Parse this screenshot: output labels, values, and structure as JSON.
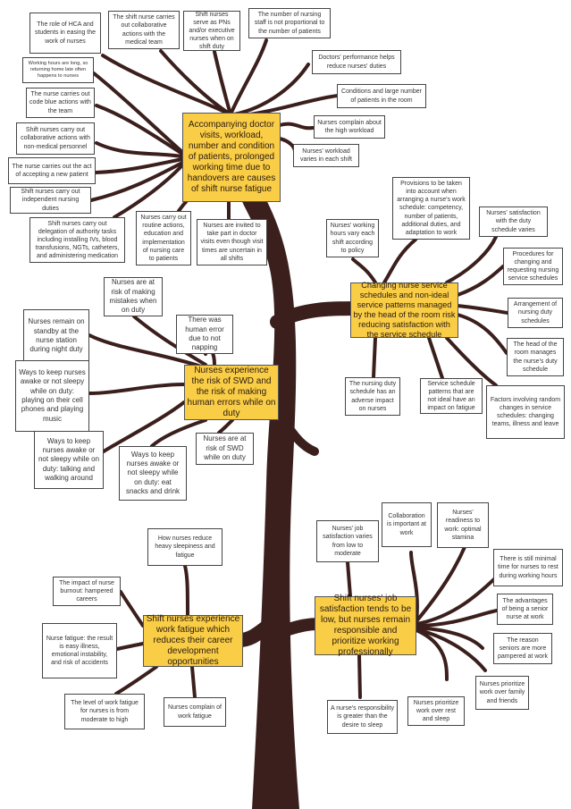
{
  "colors": {
    "trunk": "#3b1f1c",
    "theme_box": "#f9cd45",
    "leaf_box": "#ffffff"
  },
  "themes": [
    {
      "main": "Accompanying doctor visits, workload, number and condition of patients, prolonged working time due to handovers are causes of shift nurse fatigue",
      "leaves": [
        "The role of HCA and students in easing the work of nurses",
        "The shift nurse carries out collaborative actions with the medical team",
        "Shift nurses serve as PNs and/or executive nurses when on shift duty",
        "The number of nursing staff is not proportional to the number of patients",
        "Doctors' performance helps reduce nurses' duties",
        "Conditions and large number of patients in the room",
        "Nurses complain about the high workload",
        "Nurses' workload varies in each shift",
        "Working hours are long, so returning home late often happens to nurses",
        "The nurse carries out code blue actions with the team",
        "Shift nurses carry out collaborative actions with non-medical personnel",
        "The nurse carries out the act of accepting a new patient",
        "Shift nurses carry out independent nursing duties",
        "Shift nurses carry out delegation of authority tasks including installing IVs, blood transfusions, NGTs, catheters, and administering medication",
        "Nurses carry out routine actions, education and implementation of nursing care to patients",
        "Nurses are invited to take part in doctor visits even though visit times are uncertain in all shifts"
      ]
    },
    {
      "main": "Changing nurse service schedules and non-ideal service patterns managed by the head of the room risk reducing satisfaction with the service schedule",
      "leaves": [
        "Nurses' working hours vary each shift according to policy",
        "Provisions to be taken into account when arranging a nurse's work schedule: competency, number of patients, additional duties, and adaptation to work",
        "Nurses' satisfaction with the duty schedule varies",
        "Procedures for changing and requesting nursing service schedules",
        "Arrangement of nursing duty schedules",
        "The head of the room manages the nurse's duty schedule",
        "Factors involving random changes in service schedules: changing teams, illness and leave",
        "The nursing duty schedule has an adverse impact on nurses",
        "Service schedule patterns that are not ideal have an impact on fatigue"
      ]
    },
    {
      "main": "Nurses experience the risk of SWD and the risk of making human errors while on duty",
      "leaves": [
        "Nurses are at risk of making mistakes when on duty",
        "Nurses remain on standby at the nurse station during night duty",
        "There was human error due to not napping",
        "Ways to keep nurses awake or not sleepy while on duty: playing on their cell phones and playing music",
        "Ways to keep nurses awake or not sleepy while on duty: talking and walking around",
        "Ways to keep nurses awake or not sleepy while on duty: eat snacks and drink",
        "Nurses are at risk of SWD while on duty"
      ]
    },
    {
      "main": "Shift nurses experience work fatigue which reduces their career development opportunities",
      "leaves": [
        "How nurses reduce heavy sleepiness and fatigue",
        "The impact of nurse burnout: hampered careers",
        "Nurse fatigue: the result is easy illness, emotional instability, and risk of accidents",
        "The level of work fatigue for nurses is from moderate to high",
        "Nurses complain of work fatigue"
      ]
    },
    {
      "main": "Shift nurses' job satisfaction tends to be low, but nurses remain responsible and prioritize working professionally",
      "leaves": [
        "Nurses' job satisfaction varies from low to moderate",
        "Collaboration is important at work",
        "Nurses' readiness to work: optimal stamina",
        "There is still minimal time for nurses to rest during working hours",
        "The advantages of being a senior nurse at work",
        "The reason seniors are more pampered at work",
        "Nurses prioritize work over family and friends",
        "Nurses prioritize work over rest and sleep",
        "A nurse's responsibility is greater than the desire to sleep"
      ]
    }
  ]
}
